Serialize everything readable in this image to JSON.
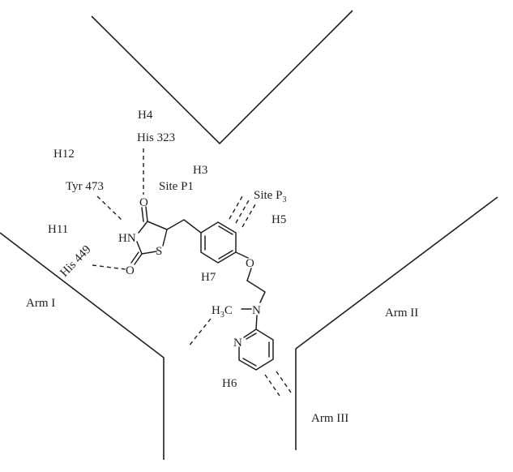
{
  "diagram": {
    "type": "binding-site schematic",
    "ligand": "rosiglitazone-like thiazolidinedione",
    "regions": {
      "arm1": "Arm I",
      "arm2": "Arm II",
      "arm3": "Arm III",
      "site_p1": "Site P1",
      "site_p3_main": "Site P",
      "site_p3_sub": "3"
    },
    "helices": {
      "h3": "H3",
      "h4": "H4",
      "h5": "H5",
      "h6": "H6",
      "h7": "H7",
      "h11": "H11",
      "h12": "H12"
    },
    "residues": {
      "his323": "His 323",
      "tyr473": "Tyr 473",
      "his449": "His 449"
    },
    "atoms": {
      "o_top": "O",
      "hn": "HN",
      "s": "S",
      "o_bottom": "O",
      "o_ether": "O",
      "h3c_h": "H",
      "h3c_sub": "3",
      "h3c_c": "C",
      "n_amine": "N",
      "n_pyridine": "N"
    }
  }
}
